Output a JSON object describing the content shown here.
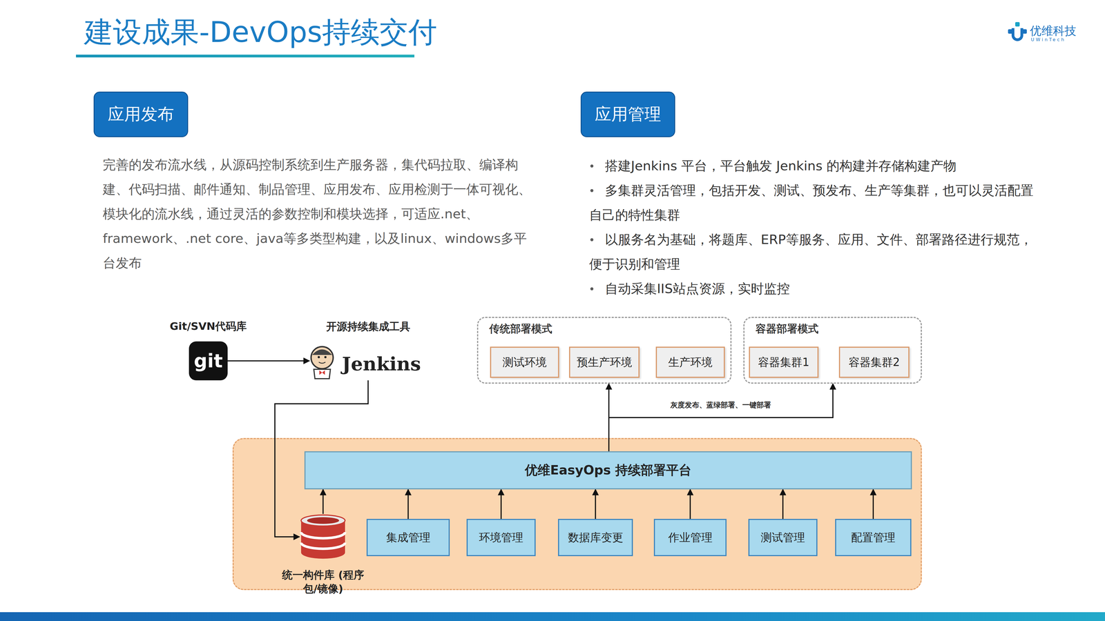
{
  "diagram": {
    "title": "建设成果-DevOps持续交付",
    "nodes": [
      {
        "text": [
          "应用发布"
        ]
      },
      {
        "text": [
          "应用管理"
        ]
      },
      {
        "text": [
          "Git/SVN代码库",
          "git"
        ]
      },
      {
        "text": [
          "开源持续集成工具",
          "Jenkins"
        ]
      },
      {
        "text": [
          "传统部署模式"
        ]
      },
      {
        "text": [
          "测试环境"
        ],
        "in": 4
      },
      {
        "text": [
          "预生产环境"
        ],
        "in": 4
      },
      {
        "text": [
          "生产环境"
        ],
        "in": 4
      },
      {
        "text": [
          "容器部署模式"
        ]
      },
      {
        "text": [
          "容器集群1"
        ],
        "in": 8
      },
      {
        "text": [
          "容器集群2"
        ],
        "in": 8
      },
      {
        "text": [
          "优维EasyOps 持续部署平台"
        ]
      },
      {
        "text": [
          "统一构件库 (程序包/镜像)"
        ]
      },
      {
        "text": [
          "集成管理"
        ]
      },
      {
        "text": [
          "环境管理"
        ]
      },
      {
        "text": [
          "数据库变更"
        ]
      },
      {
        "text": [
          "作业管理"
        ]
      },
      {
        "text": [
          "测试管理"
        ]
      },
      {
        "text": [
          "配置管理"
        ]
      }
    ],
    "edges": [
      {
        "from": 2,
        "to": 3,
        "arrow": "to"
      },
      {
        "from": 3,
        "to": 12,
        "arrow": "to"
      },
      {
        "from": 11,
        "to": 4,
        "arrow": "to"
      },
      {
        "from": 11,
        "to": 8,
        "label": "灰度发布、蓝绿部署、一键部署",
        "arrow": "to"
      },
      {
        "from": 12,
        "to": 11,
        "arrow": "to"
      },
      {
        "from": 13,
        "to": 11,
        "arrow": "to"
      },
      {
        "from": 14,
        "to": 11,
        "arrow": "to"
      },
      {
        "from": 15,
        "to": 11,
        "arrow": "to"
      },
      {
        "from": 16,
        "to": 11,
        "arrow": "to"
      },
      {
        "from": 17,
        "to": 11,
        "arrow": "to"
      },
      {
        "from": 18,
        "to": 11,
        "arrow": "to"
      }
    ],
    "labels": [
      "优维科技",
      "UWinTech",
      "完善的发布流水线，从源码控制系统到生产服务器，集代码拉取、编译构建、代码扫描、邮件通知、制品管理、应用发布、应用检测于一体可视化、模块化的流水线，通过灵活的参数控制和模块选择，可适应.net、framework、.net core、java等多类型构建，以及linux、windows多平台发布",
      "搭建Jenkins 平台，平台触发 Jenkins 的构建并存储构建产物",
      "多集群灵活管理，包括开发、测试、预发布、生产等集群，也可以灵活配置自己的特性集群",
      "以服务名为基础，将题库、ERP等服务、应用、文件、部署路径进行规范，便于识别和管理",
      "自动采集IIS站点资源，实时监控"
    ]
  }
}
